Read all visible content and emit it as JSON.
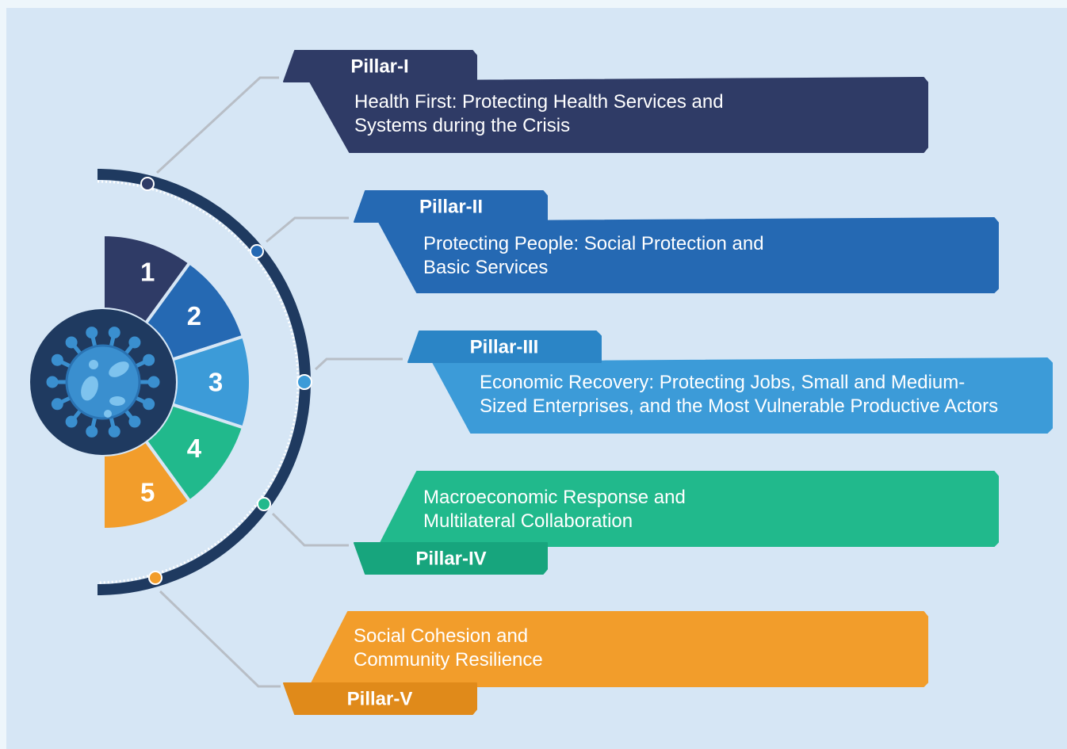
{
  "colors": {
    "background": "#d6e6f5",
    "pillar_1": "#2f3b66",
    "pillar_2": "#2569b3",
    "pillar_3": "#3c9bd8",
    "pillar_4": "#21b98c",
    "pillar_5": "#f29d2b",
    "arc": "#1f3a60",
    "connector": "#b8bec6"
  },
  "hub": {
    "icon": "virus-icon"
  },
  "segments": [
    {
      "number": "1"
    },
    {
      "number": "2"
    },
    {
      "number": "3"
    },
    {
      "number": "4"
    },
    {
      "number": "5"
    }
  ],
  "pillars": [
    {
      "tab": "Pillar-I",
      "lines": [
        "Health First: Protecting Health Services and",
        "Systems during the Crisis"
      ]
    },
    {
      "tab": "Pillar-II",
      "lines": [
        "Protecting People: Social Protection and",
        "Basic Services"
      ]
    },
    {
      "tab": "Pillar-III",
      "lines": [
        "Economic Recovery: Protecting Jobs, Small and Medium-",
        "Sized Enterprises, and the Most Vulnerable Productive Actors"
      ]
    },
    {
      "tab": "Pillar-IV",
      "lines": [
        "Macroeconomic Response and",
        "Multilateral Collaboration"
      ]
    },
    {
      "tab": "Pillar-V",
      "lines": [
        "Social Cohesion and",
        "Community Resilience"
      ]
    }
  ]
}
